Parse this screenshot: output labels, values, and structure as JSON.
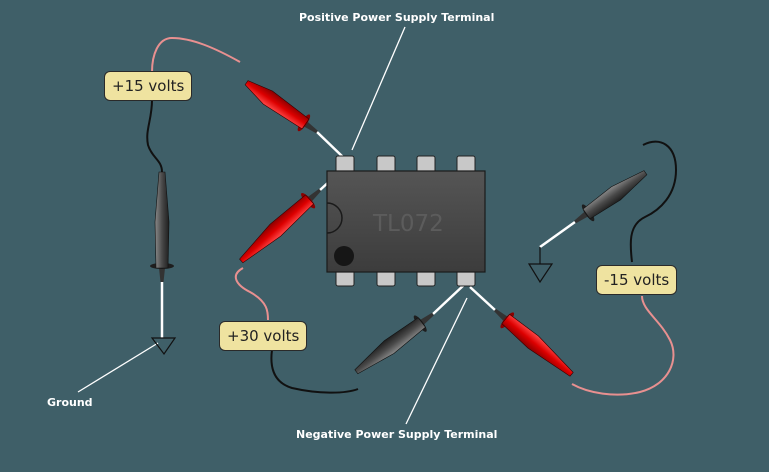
{
  "labels": {
    "positive_terminal": "Positive Power Supply Terminal",
    "negative_terminal": "Negative Power Supply Terminal",
    "ground": "Ground"
  },
  "voltages": {
    "plus15": "+15 volts",
    "plus30": "+30 volts",
    "minus15": "-15 volts"
  },
  "chip": {
    "part": "TL072"
  },
  "colors": {
    "background": "#3f5f68",
    "red_probe": "#dd0000",
    "black_probe": "#4a4a4a",
    "red_wire": "#e89090",
    "label_bg": "#efe3a0",
    "chip_body": "#4a4a4a",
    "pin": "#c8c8c8"
  }
}
